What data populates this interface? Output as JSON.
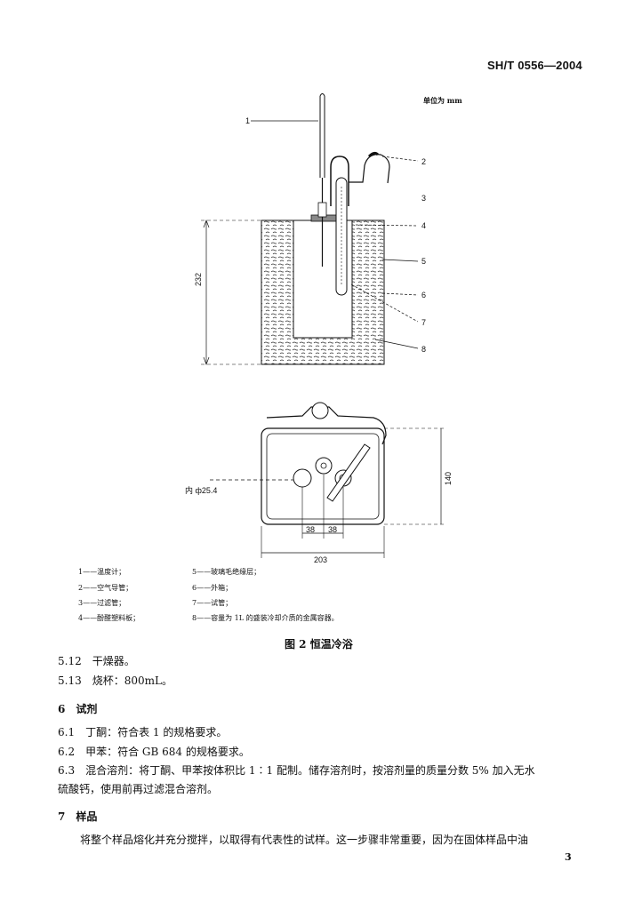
{
  "header": {
    "standard_code": "SH/T 0556—2004"
  },
  "figure": {
    "unit_note": "单位为 mm",
    "callouts": [
      "1",
      "2",
      "3",
      "4",
      "5",
      "6",
      "7",
      "8"
    ],
    "dimensions": {
      "height": "232",
      "depth": "140",
      "width": "203",
      "offset_left": "38",
      "offset_right": "38",
      "inner_dia": "内 ф25.4"
    },
    "legend": [
      "1——温度计；",
      "2——空气导管；",
      "3——过滤管；",
      "4——酚醛塑料板；",
      "5——玻璃毛绝缘层；",
      "6——外箱；",
      "7——试管；",
      "8——容量为 1L 的盛装冷却介质的金属容器。"
    ],
    "caption": "图 2 恒温冷浴"
  },
  "body": {
    "line_5_12": "5.12　干燥器。",
    "line_5_13": "5.13　烧杯：800mL。",
    "section_6": "6　试剂",
    "line_6_1": "6.1　丁酮：符合表 1 的规格要求。",
    "line_6_2": "6.2　甲苯：符合 GB 684 的规格要求。",
    "line_6_3a": "6.3　混合溶剂：将丁酮、甲苯按体积比 1∶1 配制。储存溶剂时，按溶剂量的质量分数 5% 加入无水",
    "line_6_3b": "硫酸钙，使用前再过滤混合溶剂。",
    "section_7": "7　样品",
    "line_7a": "将整个样品熔化并充分搅拌，以取得有代表性的试样。这一步骤非常重要，因为在固体样品中油"
  },
  "page_number": "3"
}
